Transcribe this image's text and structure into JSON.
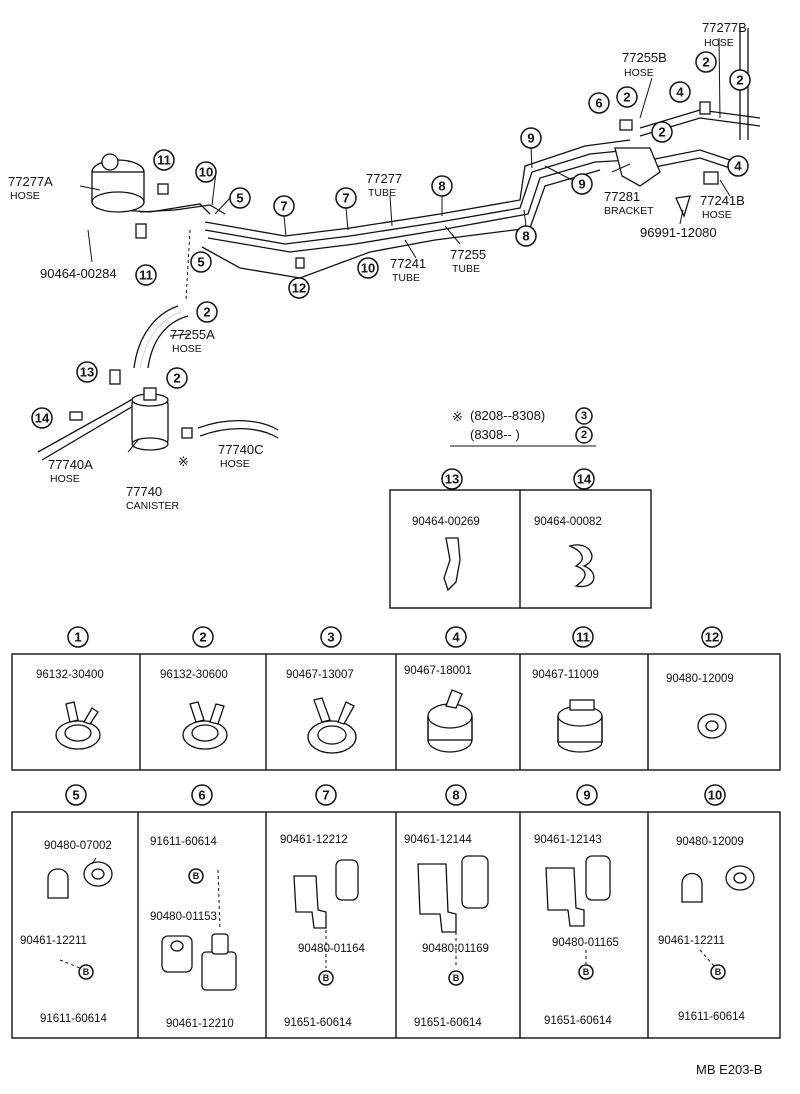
{
  "diagram": {
    "callout_refs": {
      "c1": "1",
      "c2": "2",
      "c3": "3",
      "c4": "4",
      "c5": "5",
      "c6": "6",
      "c7": "7",
      "c8": "8",
      "c9": "9",
      "c10": "10",
      "c11": "11",
      "c12": "12",
      "c13": "13",
      "c14": "14"
    },
    "labels": {
      "hose_77277b": "77277B",
      "hose_77255b": "77255B",
      "hose_77277a": "77277A",
      "tube_77277": "77277",
      "bracket_77281": "77281",
      "hose_77241b": "77241B",
      "clip_96991": "96991-12080",
      "clamp_90464_00284": "90464-00284",
      "tube_77241": "77241",
      "tube_77255": "77255",
      "hose_77255a": "77255A",
      "hose_77740a": "77740A",
      "hose_77740c": "77740C",
      "canister_77740": "77740"
    },
    "sublabels": {
      "hose": "HOSE",
      "tube": "TUBE",
      "bracket": "BRACKET",
      "canister": "CANISTER"
    },
    "note": {
      "symbol": "※",
      "row1": "(8208--8308)",
      "row1_ref": "3",
      "row2": "(8308--       )",
      "row2_ref": "2"
    }
  },
  "detail_boxes": {
    "small": [
      {
        "ref": "13",
        "part": "90464-00269"
      },
      {
        "ref": "14",
        "part": "90464-00082"
      }
    ],
    "clamps": [
      {
        "ref": "1",
        "part": "96132-30400"
      },
      {
        "ref": "2",
        "part": "96132-30600"
      },
      {
        "ref": "3",
        "part": "90467-13007"
      },
      {
        "ref": "4",
        "part": "90467-18001"
      },
      {
        "ref": "11",
        "part": "90467-11009"
      },
      {
        "ref": "12",
        "part": "90480-12009"
      }
    ],
    "brackets": [
      {
        "ref": "5",
        "a": "90480-07002",
        "b": "90461-12211",
        "c": "91611-60614"
      },
      {
        "ref": "6",
        "a": "91611-60614",
        "b": "90480-01153",
        "c": "90461-12210"
      },
      {
        "ref": "7",
        "a": "90461-12212",
        "b": "90480-01164",
        "c": "91651-60614"
      },
      {
        "ref": "8",
        "a": "90461-12144",
        "b": "90480-01169",
        "c": "91651-60614"
      },
      {
        "ref": "9",
        "a": "90461-12143",
        "b": "90480-01165",
        "c": "91651-60614"
      },
      {
        "ref": "10",
        "a": "90480-12009",
        "b": "90461-12211",
        "c": "91611-60614"
      }
    ],
    "bolt_mark": "B"
  },
  "footer": {
    "code": "MB  E203-B"
  }
}
